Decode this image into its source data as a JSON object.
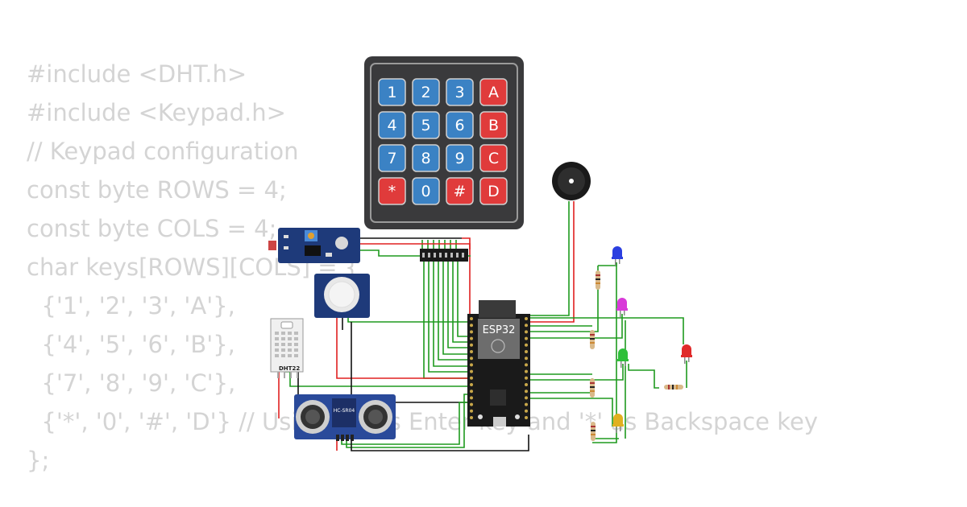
{
  "code": [
    "#include <DHT.h>",
    "#include <Keypad.h>",
    "// Keypad configuration",
    "const byte ROWS = 4;",
    "const byte COLS = 4;",
    "char keys[ROWS][COLS] = {",
    "  {'1', '2', '3', 'A'},",
    "  {'4', '5', '6', 'B'},",
    "  {'7', '8', '9', 'C'},",
    "  {'*', '0', '#', 'D'} // Using '#' as Enter key and '*' as Backspace key",
    "};"
  ],
  "keypad": {
    "keys": [
      [
        "1",
        "2",
        "3",
        "A"
      ],
      [
        "4",
        "5",
        "6",
        "B"
      ],
      [
        "7",
        "8",
        "9",
        "C"
      ],
      [
        "*",
        "0",
        "#",
        "D"
      ]
    ],
    "digit_color": "#3b82c4",
    "letter_color": "#e03b3b",
    "body_color": "#3a3a3c"
  },
  "mcu": {
    "label": "ESP32"
  },
  "dht": {
    "label": "DHT22"
  },
  "ultrasonic": {
    "label": "HC-SR04"
  },
  "leds": [
    {
      "name": "blue",
      "color": "#2b3fe0"
    },
    {
      "name": "magenta",
      "color": "#d83ad8"
    },
    {
      "name": "green",
      "color": "#2fbf3a"
    },
    {
      "name": "red",
      "color": "#e02a2a"
    },
    {
      "name": "yellow",
      "color": "#e0b020"
    }
  ],
  "colors": {
    "wire_green": "#1e9a1e",
    "wire_red": "#e02020",
    "wire_black": "#111111",
    "board_blue": "#1e3a7a"
  }
}
